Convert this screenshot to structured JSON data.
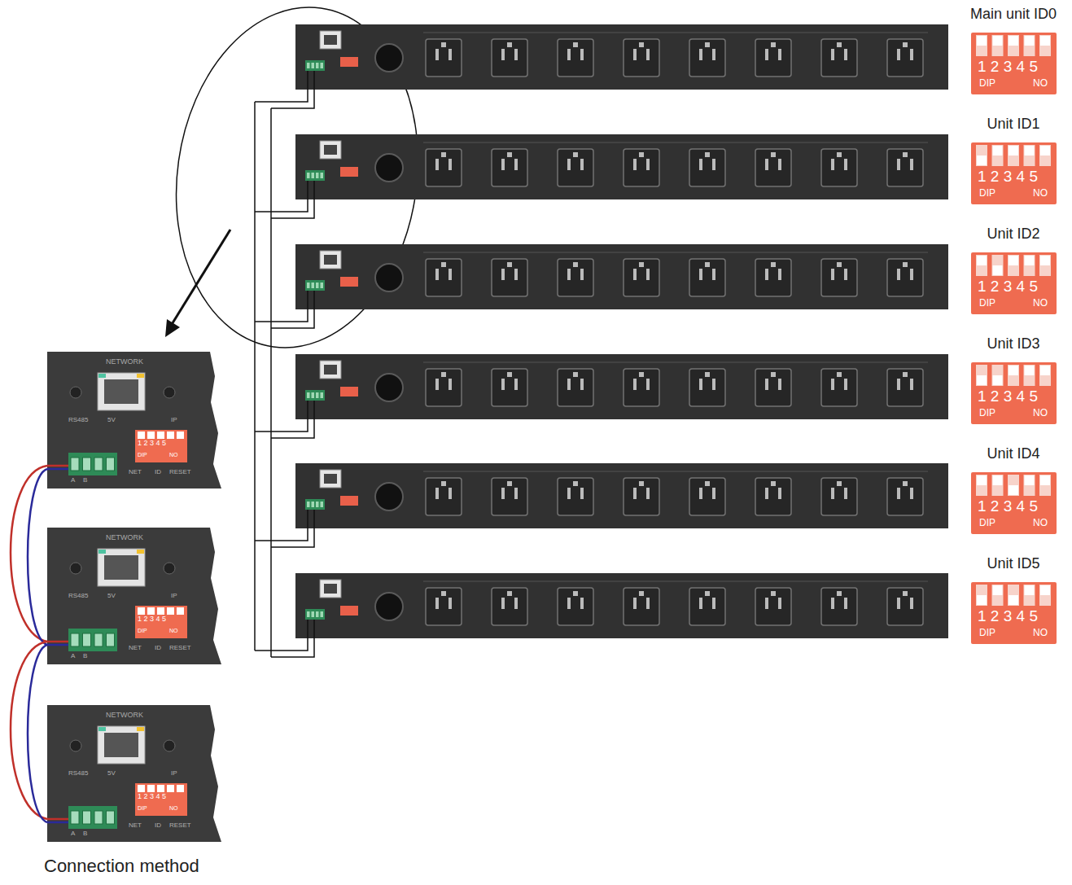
{
  "diagram": {
    "caption": "Connection method",
    "nodes": [
      {
        "text": [
          "Main unit ID0",
          "1 2 3 4 5",
          "DIP",
          "NO"
        ]
      },
      {
        "text": [
          "Unit ID1",
          "1 2 3 4 5",
          "DIP",
          "NO"
        ]
      },
      {
        "text": [
          "Unit ID2",
          "1 2 3 4 5",
          "DIP",
          "NO"
        ]
      },
      {
        "text": [
          "Unit ID3",
          "1 2 3 4 5",
          "DIP",
          "NO"
        ]
      },
      {
        "text": [
          "Unit ID4",
          "1 2 3 4 5",
          "DIP",
          "NO"
        ]
      },
      {
        "text": [
          "Unit ID5",
          "1 2 3 4 5",
          "DIP",
          "NO"
        ]
      },
      {
        "text": [
          "NETWORK",
          "RS485",
          "5V",
          "IP",
          "1 2 3 4 5",
          "DIP",
          "NO",
          "NET",
          "ID",
          "RESET",
          "A",
          "B"
        ]
      },
      {
        "text": [
          "NETWORK",
          "RS485",
          "5V",
          "IP",
          "1 2 3 4 5",
          "DIP",
          "NO",
          "NET",
          "ID",
          "RESET",
          "A",
          "B"
        ]
      },
      {
        "text": [
          "NETWORK",
          "RS485",
          "5V",
          "IP",
          "1 2 3 4 5",
          "DIP",
          "NO",
          "NET",
          "ID",
          "RESET",
          "A",
          "B"
        ]
      }
    ],
    "edges": [
      {
        "from": 6,
        "to": 7,
        "arrow": "none"
      },
      {
        "from": 7,
        "to": 8,
        "arrow": "none"
      }
    ]
  }
}
